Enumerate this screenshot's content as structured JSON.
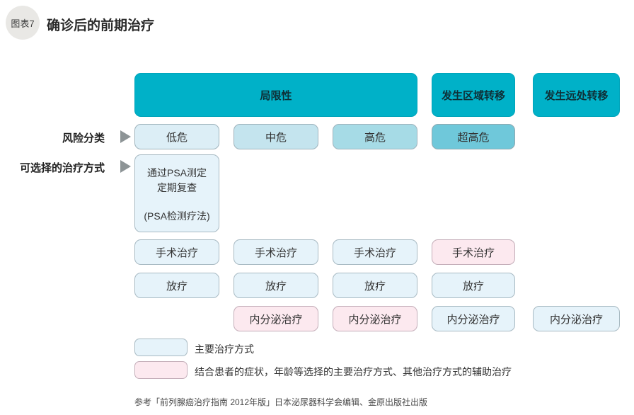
{
  "figure": {
    "badge": "图表7",
    "title": "确诊后的前期治疗"
  },
  "headers": {
    "localized": "局限性",
    "regional": "发生区域转移",
    "distant": "发生远处转移"
  },
  "labels": {
    "risk": "风险分类",
    "treatment": "可选择的治疗方式"
  },
  "risk": {
    "low": "低危",
    "intermediate": "中危",
    "high": "高危",
    "very_high": "超高危"
  },
  "psa": {
    "line1": "通过PSA测定",
    "line2": "定期复查",
    "line3": "(PSA检测疗法)"
  },
  "treatments": {
    "surgery": "手术治疗",
    "radiation": "放疗",
    "hormone": "内分泌治疗"
  },
  "legend": {
    "primary": "主要治疗方式",
    "secondary": "结合患者的症状，年龄等选择的主要治疗方式、其他治疗方式的辅助治疗"
  },
  "footer": "参考「前列腺癌治疗指南 2012年版」日本泌尿器科学会编辑、金原出版社出版",
  "colors": {
    "header_teal": "#00b1c8",
    "risk_low": "#dceef6",
    "risk_intermediate": "#c4e4ee",
    "risk_high": "#a6dbe6",
    "risk_very_high": "#6fc8da",
    "treatment_primary_blue": "#e6f3fa",
    "treatment_adjunct_pink": "#fce9ef",
    "arrow_gray": "#8d9496"
  }
}
